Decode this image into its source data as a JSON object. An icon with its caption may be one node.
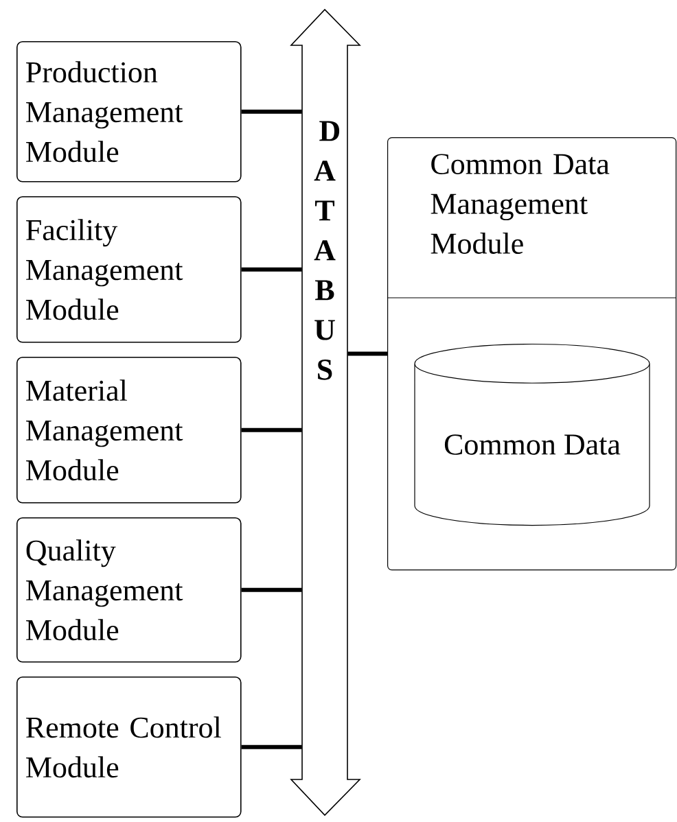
{
  "diagram": {
    "nodes": [
      {
        "text": [
          "Production Management Module"
        ]
      },
      {
        "text": [
          "Facility Management Module"
        ]
      },
      {
        "text": [
          "Material Management Module"
        ]
      },
      {
        "text": [
          "Quality Management Module"
        ]
      },
      {
        "text": [
          "Remote Control Module"
        ]
      },
      {
        "text": [
          "DATA BUS"
        ]
      },
      {
        "text": [
          "Common Data Management Module"
        ]
      },
      {
        "text": [
          "Common Data"
        ],
        "in": 6
      }
    ],
    "edges": [
      {
        "from": 0,
        "to": 5,
        "arrow": "none"
      },
      {
        "from": 1,
        "to": 5,
        "arrow": "none"
      },
      {
        "from": 2,
        "to": 5,
        "arrow": "none"
      },
      {
        "from": 3,
        "to": 5,
        "arrow": "none"
      },
      {
        "from": 4,
        "to": 5,
        "arrow": "none"
      },
      {
        "from": 6,
        "to": 5,
        "arrow": "none"
      }
    ]
  }
}
